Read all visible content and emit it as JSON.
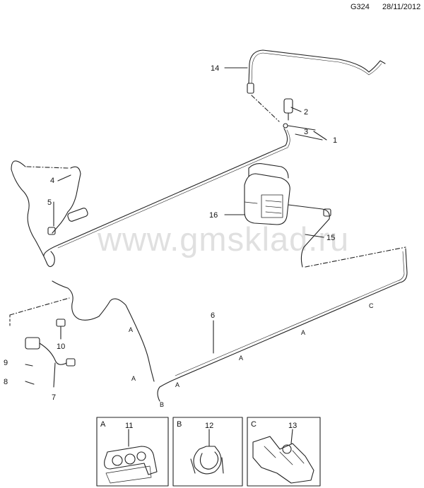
{
  "header": {
    "diagram_code": "G324",
    "date": "28/11/2012"
  },
  "watermark": "www.gmsklad.ru",
  "callouts": {
    "c1": "1",
    "c2": "2",
    "c3": "3",
    "c4": "4",
    "c5": "5",
    "c6": "6",
    "c7": "7",
    "c8": "8",
    "c9": "9",
    "c10": "10",
    "c14": "14",
    "c15": "15",
    "c16": "16"
  },
  "route_letters": {
    "a1": "A",
    "a2": "A",
    "a3": "A",
    "a4": "A",
    "a5": "A",
    "b": "B",
    "c": "C"
  },
  "detail_boxes": [
    {
      "letter": "A",
      "part": "11"
    },
    {
      "letter": "B",
      "part": "12"
    },
    {
      "letter": "C",
      "part": "13"
    }
  ]
}
